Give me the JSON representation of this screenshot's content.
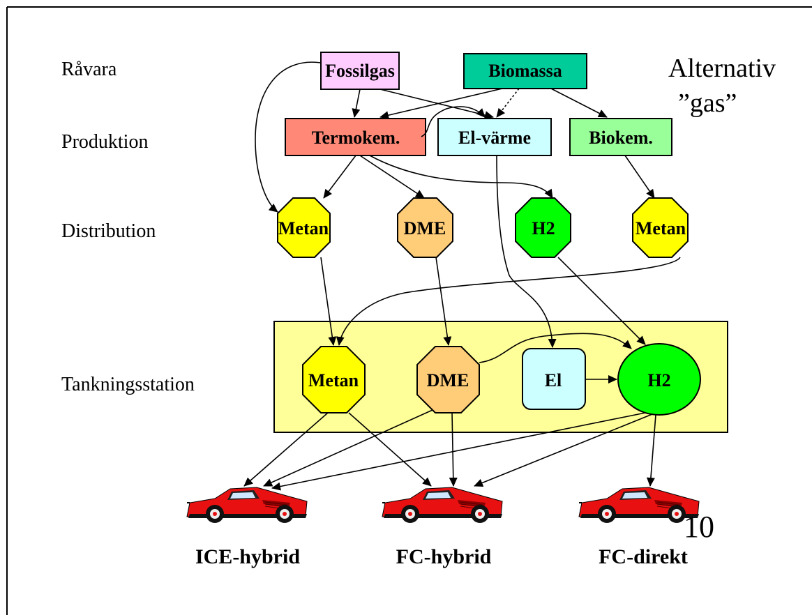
{
  "rows": {
    "ravara": "Råvara",
    "produktion": "Produktion",
    "distribution": "Distribution",
    "tankning": "Tankningsstation"
  },
  "title": {
    "line1": "Alternativ",
    "line2": "”gas”"
  },
  "raw": {
    "fossilgas": "Fossilgas",
    "biomassa": "Biomassa"
  },
  "production": {
    "termokem": "Termokem.",
    "elvarme": "El-värme",
    "biokem": "Biokem."
  },
  "distribution": {
    "metan1": "Metan",
    "dme": "DME",
    "h2": "H2",
    "metan2": "Metan"
  },
  "station": {
    "metan": "Metan",
    "dme": "DME",
    "el": "El",
    "h2": "H2"
  },
  "vehicles": {
    "ice": "ICE-hybrid",
    "fch": "FC-hybrid",
    "fcd": "FC-direkt"
  },
  "slide_number": "10",
  "colors": {
    "fossilgas": "#ffccff",
    "biomassa": "#00cc99",
    "termokem": "#ff8877",
    "elvarme": "#ccffff",
    "biokem": "#99ff99",
    "metan": "#ffff00",
    "dme": "#ffcc77",
    "h2": "#00ff00",
    "el": "#ccffff",
    "station": "#ffff99",
    "car": "#ee1111"
  }
}
